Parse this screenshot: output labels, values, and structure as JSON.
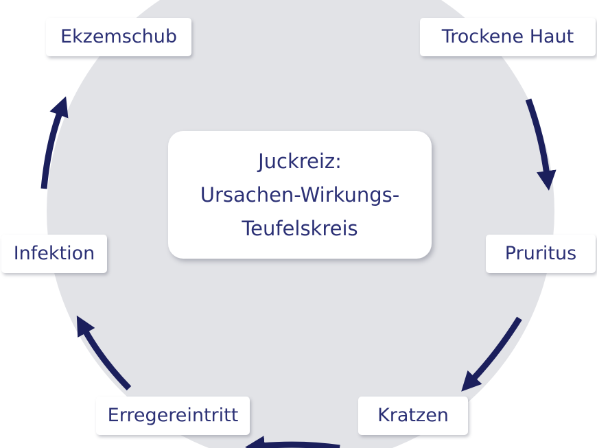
{
  "center": {
    "line1": "Juckreiz:",
    "line2": "Ursachen-Wirkungs-",
    "line3": "Teufelskreis"
  },
  "nodes": {
    "ekzemschub": "Ekzemschub",
    "trockene_haut": "Trockene Haut",
    "pruritus": "Pruritus",
    "kratzen": "Kratzen",
    "erregereintritt": "Erregereintritt",
    "infektion": "Infektion"
  },
  "colors": {
    "text": "#2b3075",
    "arrow": "#1b1f5c",
    "circle": "#e2e3e7",
    "box": "#ffffff"
  },
  "cycle_order": [
    "Trockene Haut",
    "Pruritus",
    "Kratzen",
    "Erregereintritt",
    "Infektion",
    "Ekzemschub"
  ]
}
